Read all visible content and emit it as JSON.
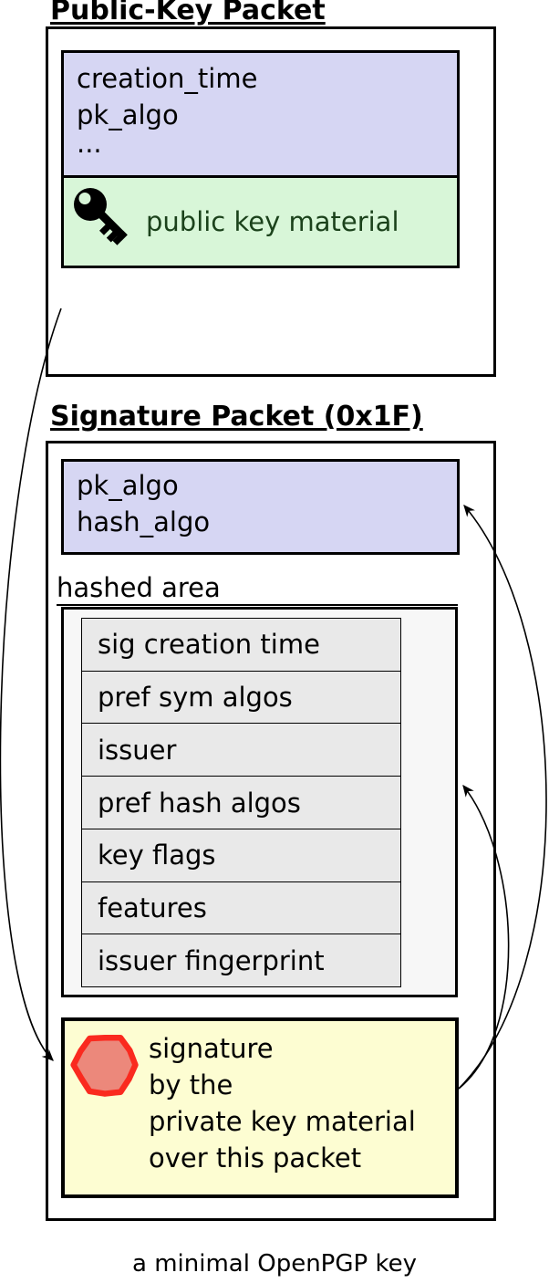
{
  "diagram": {
    "public_key_packet": {
      "title": "Public-Key Packet",
      "header_fields": [
        "creation_time",
        "pk_algo",
        "..."
      ],
      "key_material": {
        "label": "public key material",
        "icon": "key-icon"
      }
    },
    "signature_packet": {
      "title": "Signature Packet (0x1F)",
      "header_fields": [
        "pk_algo",
        "hash_algo"
      ],
      "hashed_area": {
        "label": "hashed area",
        "subpackets": [
          "sig creation time",
          "pref sym algos",
          "issuer",
          "pref hash algos",
          "key flags",
          "features",
          "issuer fingerprint"
        ]
      },
      "signature": {
        "icon": "seal-icon",
        "lines": [
          "signature",
          "by the",
          "private key material",
          "over this packet"
        ]
      }
    },
    "arrows": [
      "public-key-packet-to-signature-seal",
      "signature-to-pk-algo-header",
      "signature-to-hashed-area"
    ],
    "caption": "a minimal OpenPGP key",
    "colors": {
      "packet_header_bg": "#d6d6f3",
      "key_material_bg": "#d8f6d8",
      "key_material_text": "#1b421b",
      "hashed_area_bg": "#f7f7f7",
      "subpacket_row_bg": "#e9e9e9",
      "signature_bg": "#fdfdd2",
      "seal_ring": "#fa2a1f",
      "seal_fill": "#ec887b",
      "line_color": "#000000"
    }
  }
}
